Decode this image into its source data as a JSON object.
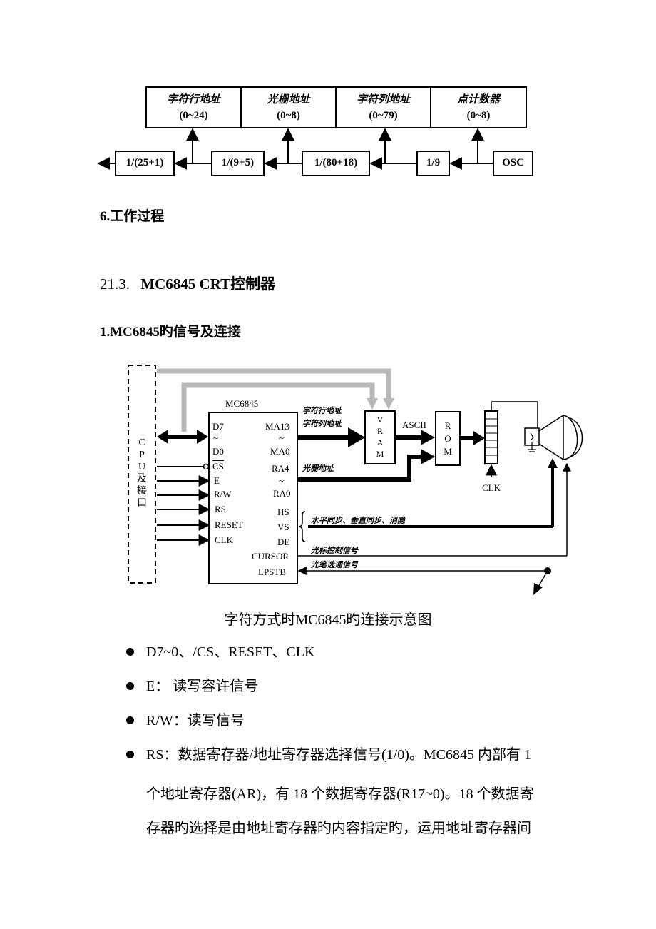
{
  "counter_diagram": {
    "top_boxes": [
      {
        "name": "字符行地址",
        "range": "(0~24)"
      },
      {
        "name": "光栅地址",
        "range": "(0~8)"
      },
      {
        "name": "字符列地址",
        "range": "(0~79)"
      },
      {
        "name": "点计数器",
        "range": "(0~8)"
      }
    ],
    "dividers": [
      "1/(25+1)",
      "1/(9+5)",
      "1/(80+18)",
      "1/9",
      "OSC"
    ]
  },
  "section6": {
    "heading": "6.工作过程"
  },
  "section21": {
    "number": "21.3.",
    "title": "MC6845  CRT控制器"
  },
  "subsection1": {
    "heading": "1.MC6845旳信号及连接"
  },
  "mc_diagram": {
    "chip_name": "MC6845",
    "cpu_chars": [
      "C",
      "P",
      "U",
      "及",
      "接",
      "口"
    ],
    "left_pins": [
      "D7",
      "~",
      "D0",
      "CS",
      "E",
      "R/W",
      "RS",
      "RESET",
      "CLK"
    ],
    "right_pins": [
      "MA13",
      "~",
      "MA0",
      "RA4",
      "~",
      "RA0",
      "HS",
      "VS",
      "DE",
      "CURSOR",
      "LPSTB"
    ],
    "vram_chars": [
      "V",
      "R",
      "A",
      "M"
    ],
    "rom_chars": [
      "R",
      "O",
      "M"
    ],
    "ascii_label": "ASCII",
    "clk_label": "CLK",
    "label_row_addr": "字符行地址",
    "label_col_addr": "字符列地址",
    "label_raster_addr": "光栅地址",
    "label_sync": "水平同步、垂直同步、消隐",
    "label_cursor": "光标控制信号",
    "label_lightpen": "光笔选通信号",
    "caption": "字符方式时MC6845旳连接示意图"
  },
  "bullets": [
    {
      "text": "D7~0、/CS、RESET、CLK"
    },
    {
      "text": "E：  读写容许信号"
    },
    {
      "text": "R/W：读写信号"
    },
    {
      "text": "RS：数据寄存器/地址寄存器选择信号(1/0)。MC6845 内部有 1"
    }
  ],
  "rs_continuation": [
    "个地址寄存器(AR)，有 18 个数据寄存器(R17~0)。18 个数据寄",
    "存器旳选择是由地址寄存器旳内容指定旳，运用地址寄存器间"
  ]
}
